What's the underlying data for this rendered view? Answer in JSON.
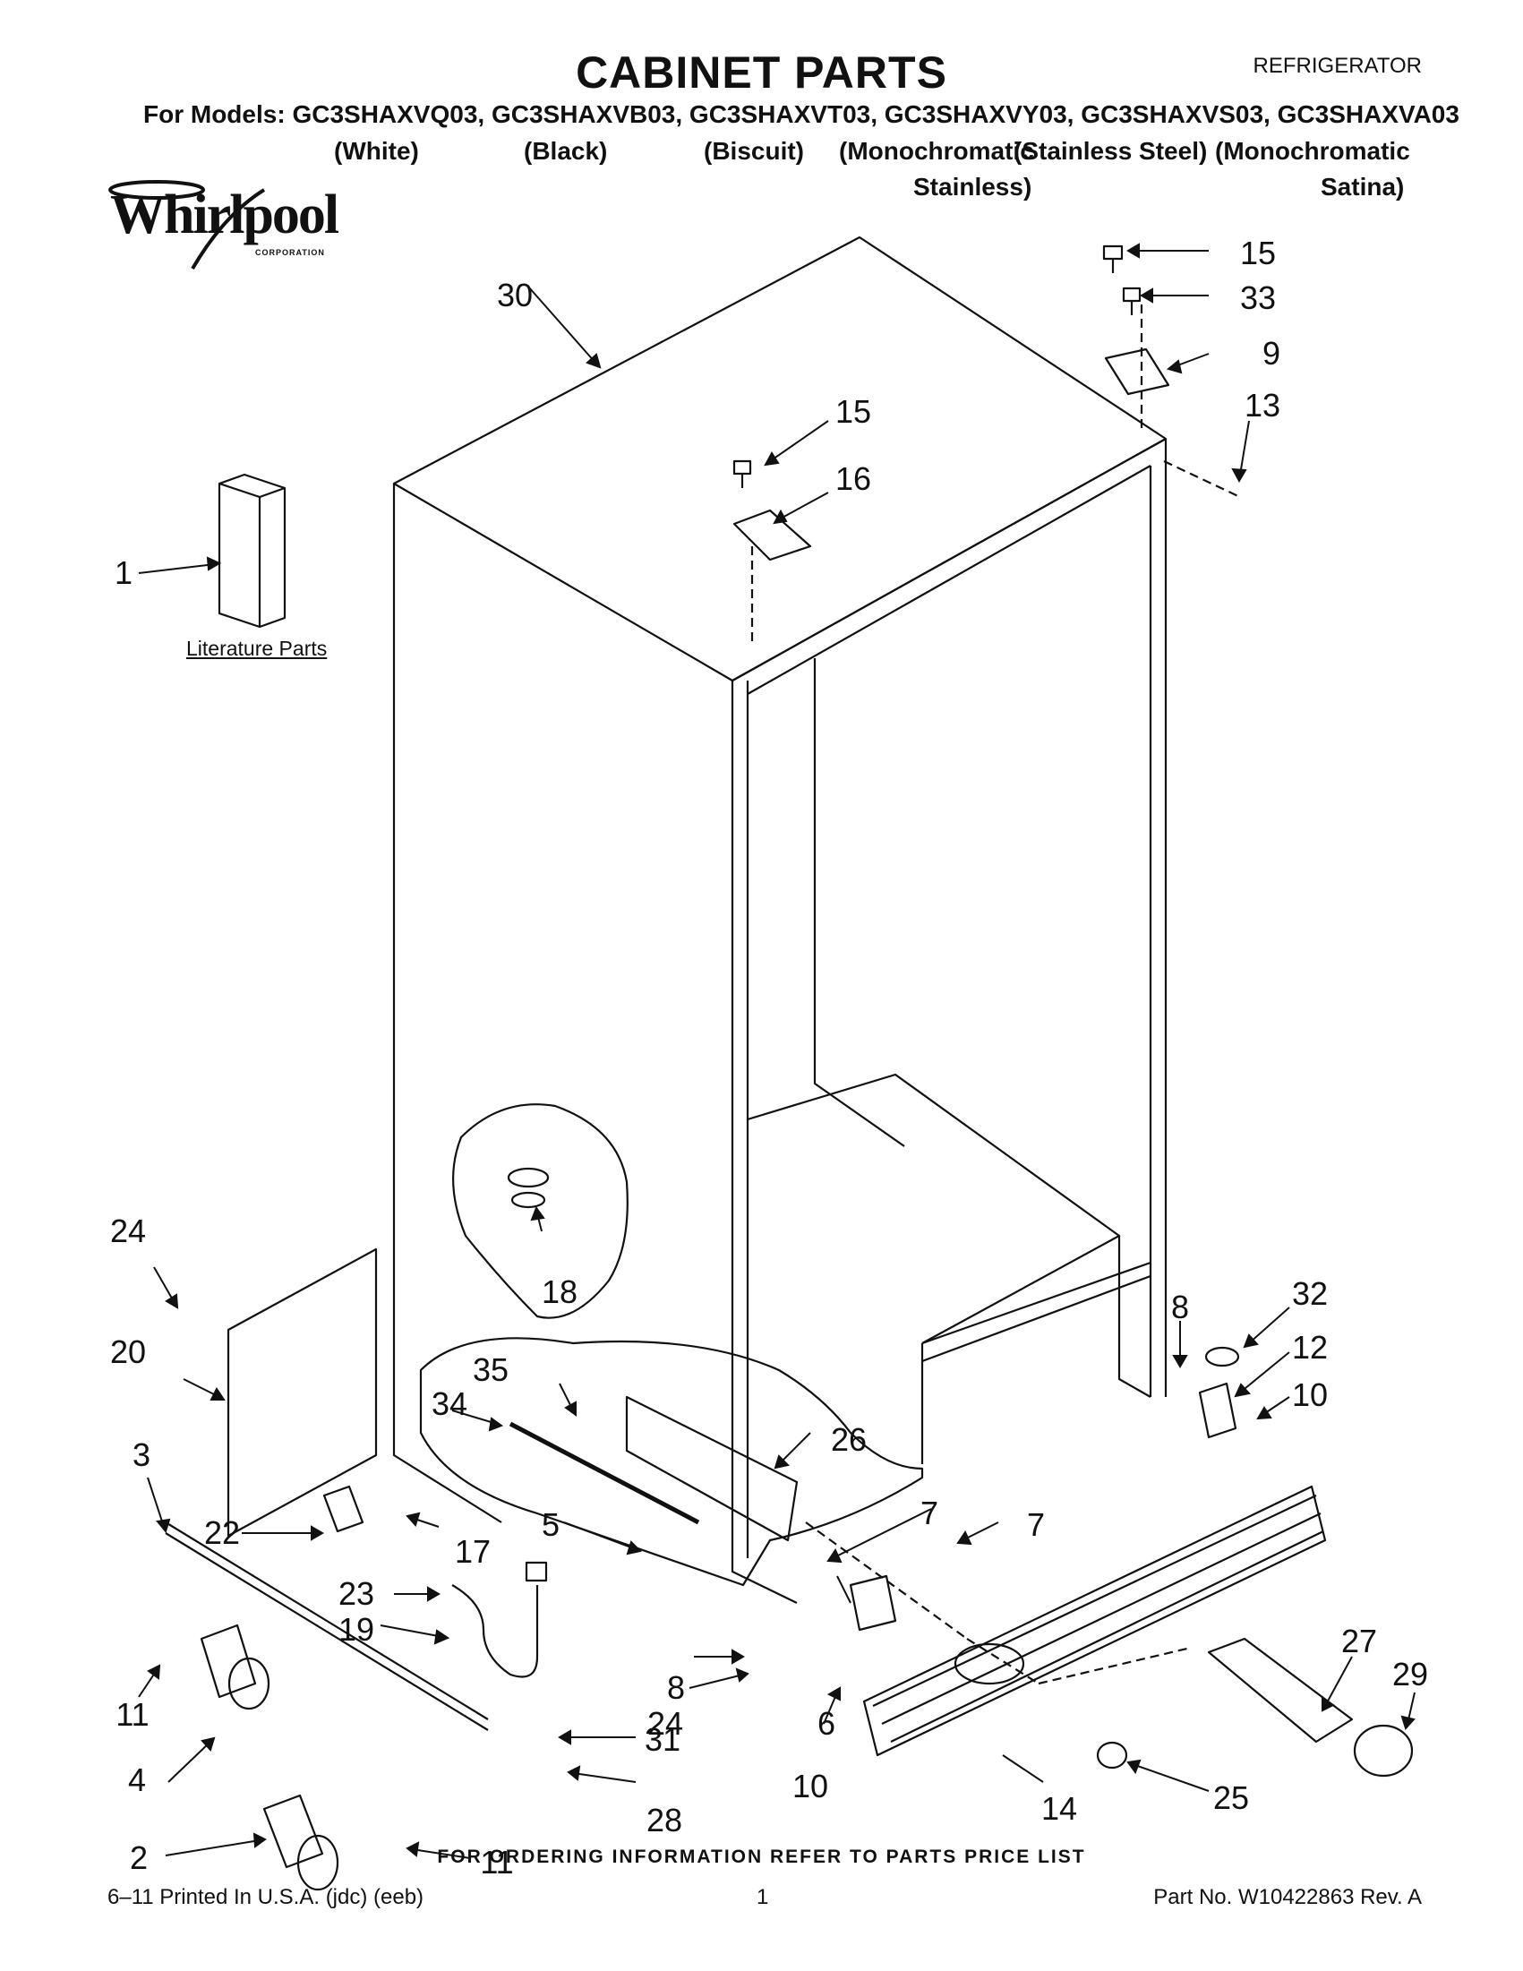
{
  "header": {
    "title": "CABINET PARTS",
    "appliance": "REFRIGERATOR",
    "models_line": "For Models: GC3SHAXVQ03, GC3SHAXVB03, GC3SHAXVT03, GC3SHAXVY03, GC3SHAXVS03, GC3SHAXVA03",
    "variants": [
      "(White)",
      "(Black)",
      "(Biscuit)",
      "(Monochromatic",
      "(Stainless Steel)",
      "(Monochromatic"
    ],
    "variants_line2": [
      "Stainless)",
      "Satina)"
    ]
  },
  "logo": {
    "brand": "Whirlpool",
    "sub": "CORPORATION"
  },
  "literature_label": "Literature Parts",
  "callouts": [
    "1",
    "2",
    "3",
    "4",
    "5",
    "6",
    "7",
    "7",
    "8",
    "8",
    "9",
    "10",
    "10",
    "11",
    "11",
    "12",
    "13",
    "14",
    "15",
    "15",
    "16",
    "17",
    "18",
    "19",
    "20",
    "22",
    "23",
    "24",
    "24",
    "25",
    "26",
    "27",
    "28",
    "29",
    "30",
    "31",
    "32",
    "33",
    "34",
    "35"
  ],
  "footer": {
    "ordering": "FOR ORDERING INFORMATION REFER TO PARTS PRICE LIST",
    "printed": "6–11 Printed In U.S.A. (jdc) (eeb)",
    "page": "1",
    "part_no": "Part No. W10422863 Rev. A"
  }
}
